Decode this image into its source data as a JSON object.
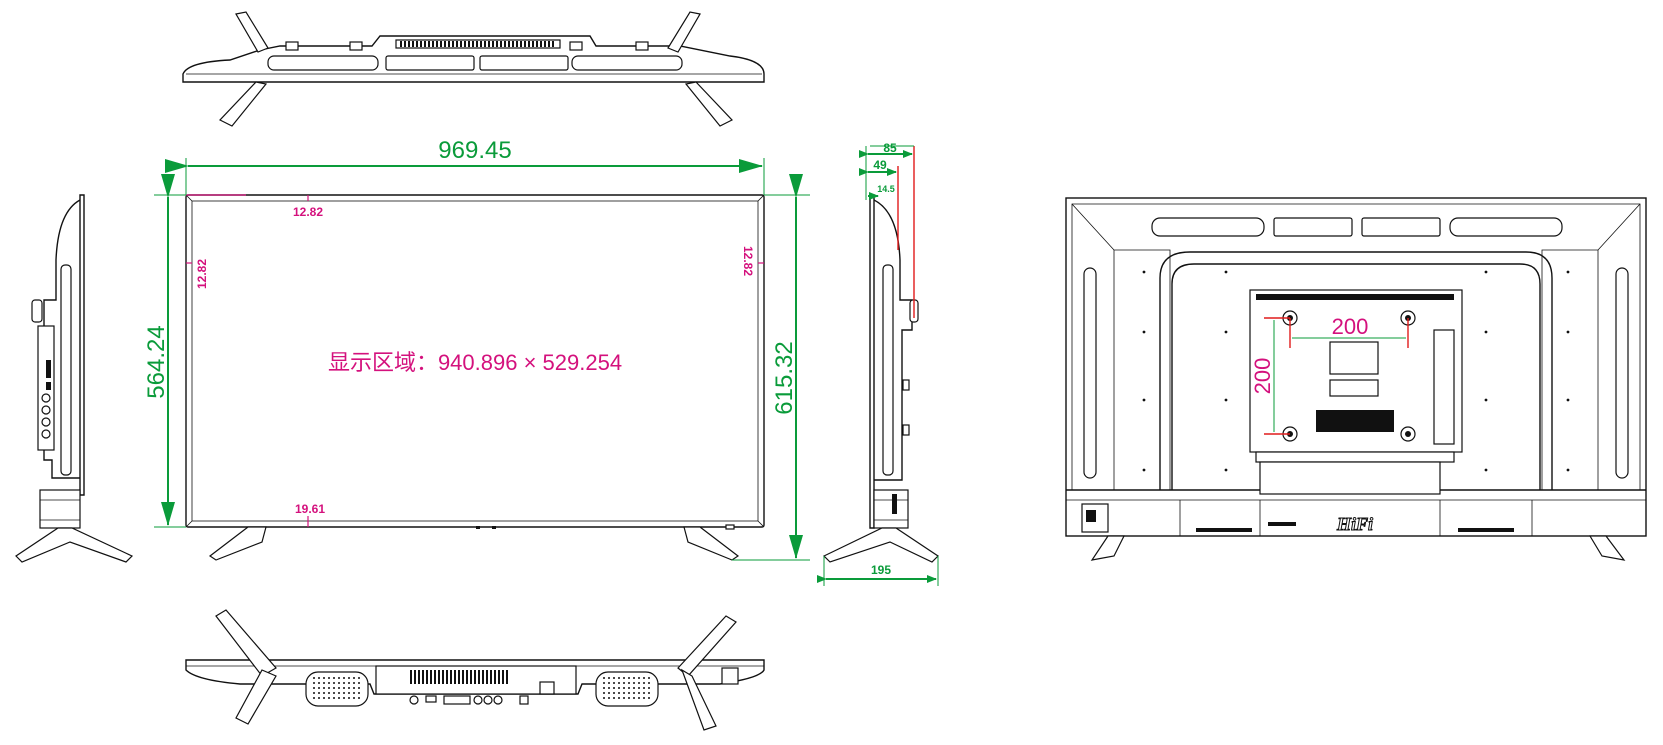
{
  "dimensions": {
    "overall_width": "969.45",
    "panel_height": "564.24",
    "overall_height": "615.32",
    "bezel_top": "12.82",
    "bezel_left": "12.82",
    "bezel_right": "12.82",
    "bezel_bottom": "19.61",
    "display_area": "显示区域：940.896 × 529.254",
    "depth_total": "85",
    "depth_body": "49",
    "depth_front": "14.5",
    "stand_depth": "195",
    "vesa_horizontal": "200",
    "vesa_vertical": "200"
  },
  "brand": {
    "logo_text": "HiFi"
  },
  "colors": {
    "dimension_green": "#0a9b3a",
    "bezel_magenta": "#d4117d",
    "vesa_red": "#e01b1b",
    "line_black": "#111111"
  }
}
